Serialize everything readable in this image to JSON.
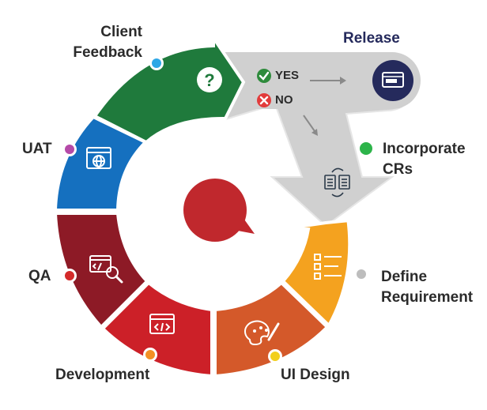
{
  "release": {
    "label": "Release"
  },
  "decision": {
    "symbol": "?",
    "yes_label": "YES",
    "no_label": "NO"
  },
  "stages": {
    "client_feedback": {
      "line1": "Client",
      "line2": "Feedback"
    },
    "uat": {
      "label": "UAT"
    },
    "qa": {
      "label": "QA"
    },
    "development": {
      "label": "Development"
    },
    "ui_design": {
      "label": "UI Design"
    },
    "define_requirement": {
      "line1": "Define",
      "line2": "Requirement"
    },
    "incorporate_crs": {
      "line1": "Incorporate",
      "line2": "CRs"
    }
  },
  "colors": {
    "client_feedback": "#1f7a3c",
    "uat": "#1570bf",
    "qa": "#8d1a26",
    "development": "#cc2028",
    "ui_design": "#d4592a",
    "define_requirement": "#f4a21f",
    "loop_arrow": "#cfcfcf",
    "release_navy": "#252a5c",
    "center": "#c0282d",
    "yes_green": "#2e8b3c",
    "no_red": "#e23b3b"
  },
  "icons": {
    "center": "speech-bubble-icon",
    "decision": "question-icon",
    "release": "website-window-icon",
    "crs": "document-swap-icon",
    "define_requirement": "checklist-icon",
    "ui_design": "palette-brush-icon",
    "development": "code-window-icon",
    "qa": "code-search-icon",
    "uat": "globe-window-icon"
  },
  "dot_colors": {
    "client_feedback": "#2ea7e6",
    "uat": "#b54aa8",
    "qa": "#d42a2a",
    "development": "#f39025",
    "ui_design": "#f2cf1d",
    "define_requirement": "#bdbdbd",
    "incorporate_crs": "#2db44a"
  }
}
